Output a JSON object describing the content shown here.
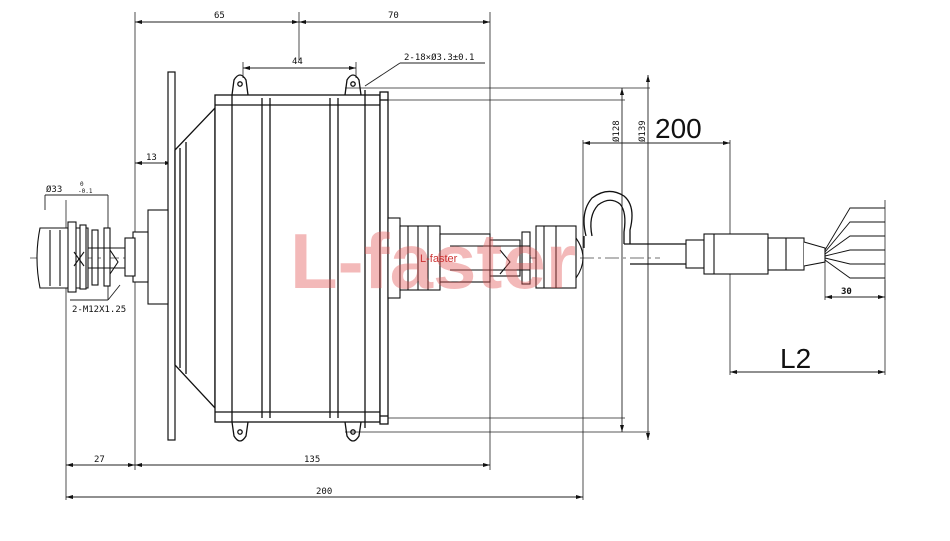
{
  "dimensions": {
    "top_left": "65",
    "top_right": "70",
    "inner_width": "44",
    "holes": "2-18×Ø3.3±0.1",
    "flange_thickness": "13",
    "axle_diameter": "Ø33",
    "axle_tol_top": "0",
    "axle_tol_bottom": "-0.1",
    "thread": "2-M12X1.25",
    "bottom_left": "27",
    "bottom_mid": "135",
    "bottom_total": "200",
    "dia_128": "Ø128",
    "dia_139": "Ø139",
    "cable_length": "200",
    "l2": "L2",
    "wire_end": "30"
  },
  "watermark": {
    "main": "L-faster",
    "small": "L-faster"
  }
}
